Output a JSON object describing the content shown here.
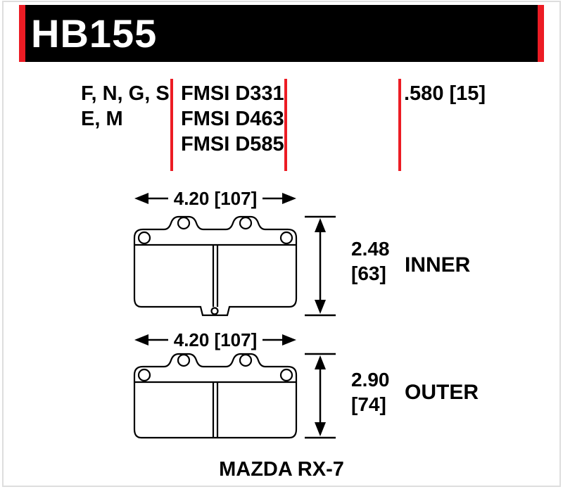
{
  "header": {
    "part_number": "HB155"
  },
  "colors": {
    "banner_bg": "#000000",
    "accent_red": "#ec1c24",
    "frame_gray": "#dedede"
  },
  "specs": {
    "compounds_line1": "F, N, G, S",
    "compounds_line2": "E, M",
    "fmsi": [
      "FMSI D331",
      "FMSI D463",
      "FMSI D585"
    ],
    "pad_thickness": ".580 [15]"
  },
  "inner_pad": {
    "width_dim": "4.20 [107]",
    "height_dim_in": "2.48",
    "height_dim_mm": "[63]",
    "label": "INNER"
  },
  "outer_pad": {
    "width_dim": "4.20 [107]",
    "height_dim_in": "2.90",
    "height_dim_mm": "[74]",
    "label": "OUTER"
  },
  "footer": {
    "vehicle": "MAZDA RX-7"
  }
}
